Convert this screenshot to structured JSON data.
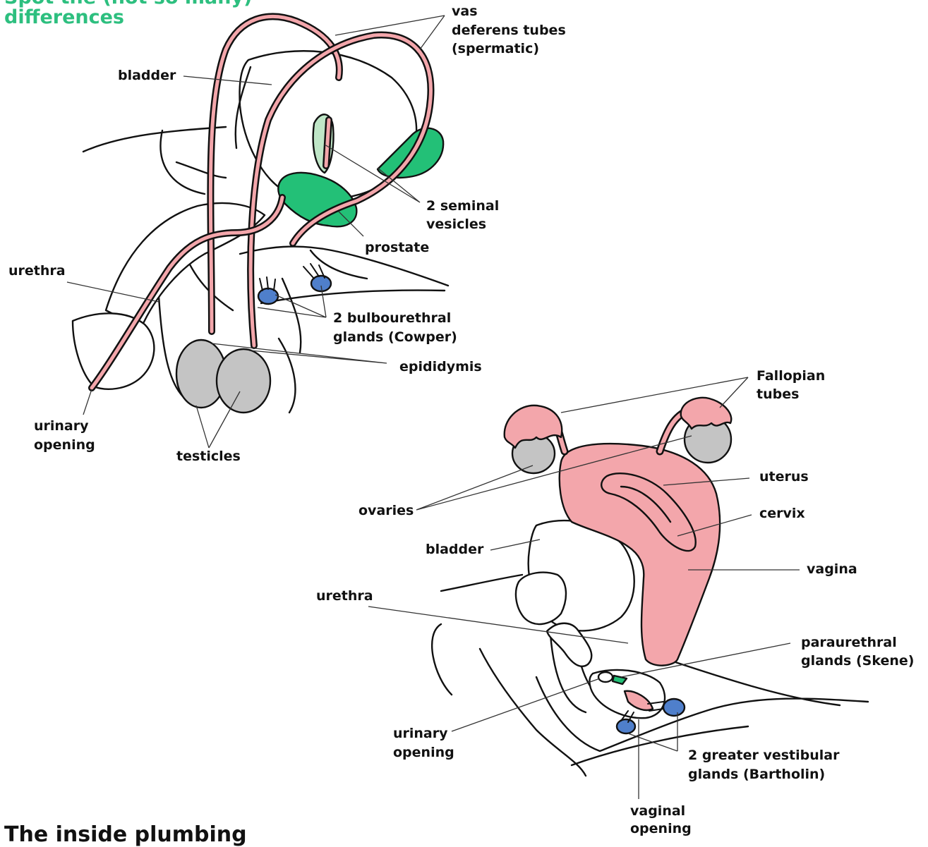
{
  "header": {
    "line1": "Spot the (not so many)",
    "line2": "differences",
    "accent_color": "#2dbf7f"
  },
  "footer": {
    "title": "The inside plumbing"
  },
  "colors": {
    "tube_pink": "#f3a6ab",
    "gland_green": "#23c077",
    "light_green": "#bfe6c7",
    "gland_blue": "#4f7fcb",
    "gray_organ": "#c4c4c4",
    "outline": "#111111"
  },
  "male_labels": {
    "vas_line1": "vas",
    "vas_line2": "deferens tubes",
    "vas_line3": "(spermatic)",
    "bladder": "bladder",
    "seminal_line1": "2 seminal",
    "seminal_line2": "vesicles",
    "prostate": "prostate",
    "urethra": "urethra",
    "bulbo_line1": "2 bulbourethral",
    "bulbo_line2": "glands (Cowper)",
    "epididymis": "epididymis",
    "urinary_line1": "urinary",
    "urinary_line2": "opening",
    "testicles": "testicles"
  },
  "female_labels": {
    "fallopian_line1": "Fallopian",
    "fallopian_line2": "tubes",
    "uterus": "uterus",
    "ovaries": "ovaries",
    "cervix": "cervix",
    "bladder": "bladder",
    "vagina": "vagina",
    "urethra": "urethra",
    "skene_line1": "paraurethral",
    "skene_line2": "glands (Skene)",
    "urinary_line1": "urinary",
    "urinary_line2": "opening",
    "bartholin_line1": "2 greater vestibular",
    "bartholin_line2": "glands (Bartholin)",
    "vaginal_line1": "vaginal",
    "vaginal_line2": "opening"
  }
}
